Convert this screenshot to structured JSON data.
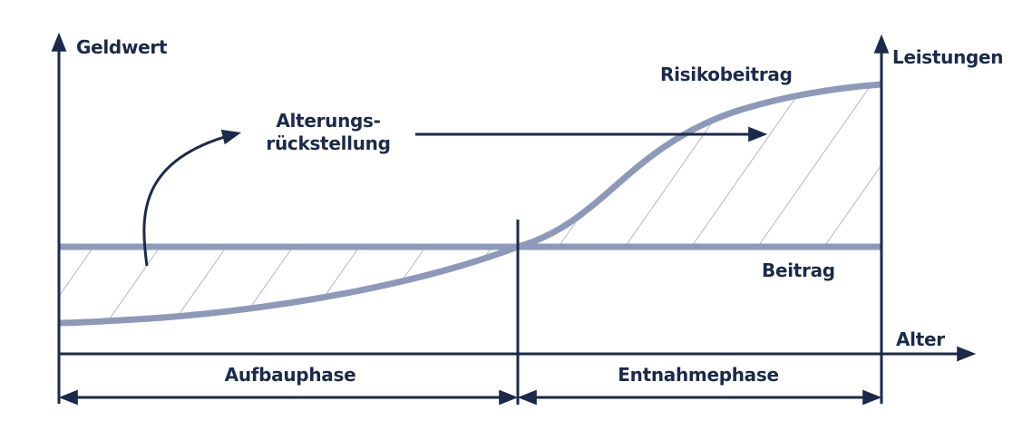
{
  "diagram": {
    "type": "insurance-reserve-schematic",
    "colors": {
      "axis": "#1b2a4a",
      "curve": "#8e99ba",
      "hatch": "#b4b8c4",
      "text": "#1b2a4a",
      "background": "#ffffff"
    },
    "labels": {
      "y_axis_left": "Geldwert",
      "y_axis_right": "Leistungen",
      "x_axis": "Alter",
      "upper_curve": "Risikobeitrag",
      "flat_line": "Beitrag",
      "reserve_line1": "Alterungs-",
      "reserve_line2": "rückstellung",
      "phase_left": "Aufbauphase",
      "phase_right": "Entnahmephase"
    },
    "elements": [
      {
        "name": "Beitrag",
        "shape": "horizontal line",
        "description": "constant premium across whole lifetime"
      },
      {
        "name": "Risikobeitrag",
        "shape": "S-curve",
        "description": "risk premium rising with age; below Beitrag in Aufbauphase, above Beitrag in Entnahmephase"
      },
      {
        "name": "Alterungsrückstellung",
        "shape": "hatched areas + arrows",
        "description": "surplus accumulated in Aufbauphase is transferred to cover deficit in Entnahmephase"
      }
    ],
    "phases": [
      {
        "label": "Aufbauphase",
        "from": "start",
        "to": "crossover"
      },
      {
        "label": "Entnahmephase",
        "from": "crossover",
        "to": "end"
      }
    ]
  }
}
